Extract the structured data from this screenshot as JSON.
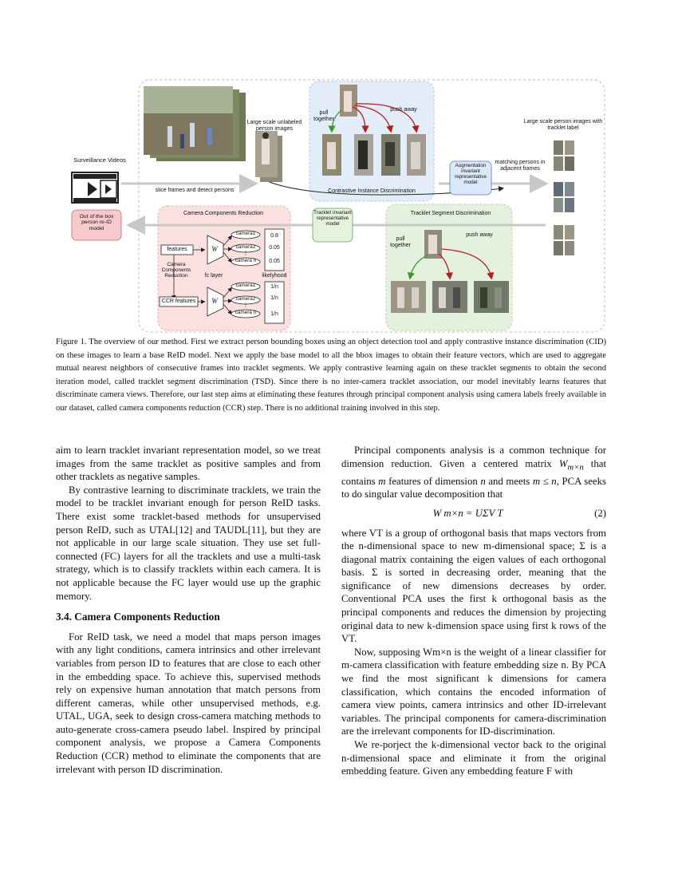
{
  "figure": {
    "labels": {
      "surveillance": "Surveillance Videos",
      "slice": "slice frames and detect persons",
      "large_unlabeled": "Large scale unlabeled person images",
      "pull_together_top": "pull together",
      "push_away_top": "push away",
      "cid_region": "Contrastive Instance Discrimination",
      "augmentation": "Augmentation invariant representative model",
      "matching": "matching persons in adjacent frames",
      "large_labeled": "Large scale person images with tracklet label",
      "ccr_region": "Camera Components Reduction",
      "tracklet_model": "Tracklet invariant representative model",
      "tsd_region": "Tracklet Segment Discrimination",
      "pull_together_bottom": "pull together",
      "push_away_bottom": "push away",
      "out_of_box": "Out of the box person re-ID model",
      "features": "features",
      "ccr_features": "CCR features",
      "camera_components_reduction": "Camera Components Reduction",
      "fc_layer": "fc layer",
      "likelyhood": "likelyhood",
      "W1": "W",
      "W2": "W",
      "cam1a": "camera1",
      "cam2a": "camera2",
      "camna": "camera n",
      "cam1b": "camera1",
      "cam2b": "camera2",
      "camnb": "camera n",
      "dots_a": "⋮",
      "dots_b": "⋮",
      "lik1": "0.8",
      "lik2": "0.05",
      "likn": "0.05",
      "lik1b": "1/n",
      "lik2b": "1/n",
      "liknb": "1/n"
    },
    "colors": {
      "cid_bg": "#e3edf9",
      "tsd_bg": "#e4f1df",
      "ccr_bg": "#fbe0e0",
      "augment_box": "#dbe8f8",
      "tracklet_box": "#e4f3de",
      "out_box": "#f7c9cb",
      "arrow_pull": "#3a9a2a",
      "arrow_push": "#b01e1e"
    }
  },
  "caption": "Figure 1. The overview of our method. First we extract person bounding boxes using an object detection tool and apply contrastive instance discrimination (CID) on these images to learn a base ReID model. Next we apply the base model to all the bbox images to obtain their feature vectors, which are used to aggregate mutual nearest neighbors of consecutive frames into tracklet segments. We apply contrastive learning again on these tracklet segments to obtain the second iteration model, called tracklet segment discrimination (TSD). Since there is no inter-camera tracklet association, our model inevitably learns features that discriminate camera views. Therefore, our last step aims at eliminating these features through principal component analysis using camera labels freely available in our dataset, called camera components reduction (CCR) step. There is no additional training involved in this step.",
  "left": {
    "p1": "aim to learn tracklet invariant representation model, so we treat images from the same tracklet as positive samples and from other tracklets as negative samples.",
    "p2": "By contrastive learning to discriminate tracklets, we train the model to be tracklet invariant enough for person ReID tasks. There exist some tracklet-based methods for unsupervised person ReID, such as UTAL[12] and TAUDL[11], but they are not applicable in our large scale situation. They use set full-connected (FC) layers for all the tracklets and use a multi-task strategy, which is to classify tracklets within each camera. It is not applicable because the FC layer would use up the graphic memory.",
    "heading": "3.4. Camera Components Reduction",
    "p3": "For ReID task, we need a model that maps person images with any light conditions, camera intrinsics and other irrelevant variables from person ID to features that are close to each other in the embedding space. To achieve this, supervised methods rely on expensive human annotation that match persons from different cameras, while other unsupervised methods, e.g. UTAL, UGA, seek to design cross-camera matching methods to auto-generate cross-camera pseudo label. Inspired by principal component analysis, we propose a Camera Components Reduction (CCR) method to eliminate the components that are irrelevant with person ID discrimination."
  },
  "right": {
    "p1a": "Principal components analysis is a common technique for dimension reduction. Given a centered matrix ",
    "m_W": "W",
    "m_sub": "m×n",
    "p1b": " that contains ",
    "m_m": "m",
    "p1c": " features of dimension ",
    "m_n": "n",
    "p1d": " and meets ",
    "m_cond": "m ≤ n",
    "p1e": ", PCA seeks to do singular value decomposition that",
    "equation": "W m×n = UΣV T",
    "eq_no": "(2)",
    "p2": "where VT is a group of orthogonal basis that maps vectors from the n-dimensional space to new m-dimensional space; Σ is a diagonal matrix containing the eigen values of each orthogonal basis. Σ is sorted in decreasing order, meaning that the significance of new dimensions decreases by order. Conventional PCA uses the first k orthogonal basis as the principal components and reduces the dimension by projecting original data to new k-dimension space using first k rows of the VT.",
    "p3": "Now, supposing Wm×n is the weight of a linear classifier for m-camera classification with feature embedding size n. By PCA we find the most significant k dimensions for camera classification, which contains the encoded information of camera view points, camera intrinsics and other ID-irrelevant variables. The principal components for camera-discrimination are the irrelevant components for ID-discrimination.",
    "p4": "We re-porject the k-dimensional vector back to the original n-dimensional space and eliminate it from the original embedding feature. Given any embedding feature F with"
  }
}
